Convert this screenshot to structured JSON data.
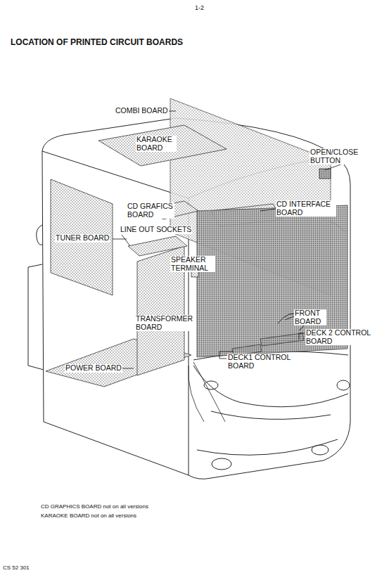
{
  "diagram": {
    "title": "LOCATION OF PRINTED CIRCUIT BOARDS",
    "labels": [
      "1-2",
      "COMBI BOARD",
      "KARAOKE BOARD",
      "OPEN/CLOSE BUTTON",
      "CD GRAFICS BOARD",
      "CD INTERFACE BOARD",
      "TUNER BOARD",
      "LINE OUT SOCKETS",
      "SPEAKER TERMINAL",
      "TRANSFORMER BOARD",
      "FRONT BOARD",
      "DECK 2 CONTROL BOARD",
      "DECK1 CONTROL BOARD",
      "POWER BOARD",
      "CD GRAPHICS BOARD not on all versions",
      "KARAOKE BOARD not on all versions",
      "CS 52 301"
    ]
  }
}
